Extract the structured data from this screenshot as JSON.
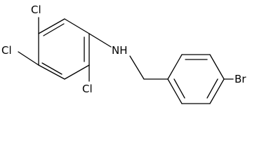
{
  "molecule": {
    "atoms": {
      "cl_top": "Cl",
      "cl_left": "Cl",
      "cl_bottom": "Cl",
      "nh": "NH",
      "br": "Br"
    }
  },
  "colors": {
    "bond": "#000000",
    "label": "#000000",
    "background": "#ffffff"
  }
}
